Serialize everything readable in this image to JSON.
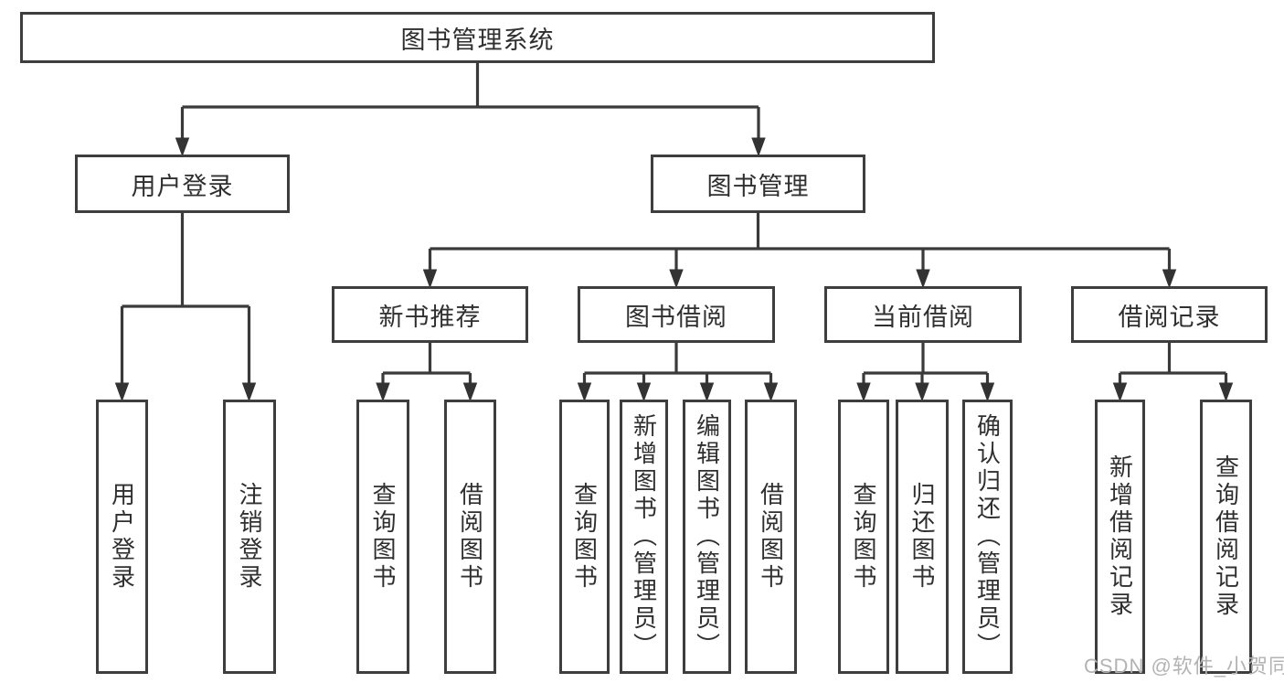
{
  "diagram": {
    "watermark": "CSDN @软件_小贺同学",
    "colors": {
      "background": "#ffffff",
      "line": "#3a3a3a",
      "box_border": "#3e3e3e",
      "text": "#2f2f2f",
      "watermark_text": "#b3b3b3"
    },
    "tree": {
      "label": "图书管理系统",
      "children": [
        {
          "label": "用户登录",
          "children": [
            {
              "label": "用户登录"
            },
            {
              "label": "注销登录"
            }
          ]
        },
        {
          "label": "图书管理",
          "children": [
            {
              "label": "新书推荐",
              "children": [
                {
                  "label": "查询图书"
                },
                {
                  "label": "借阅图书"
                }
              ]
            },
            {
              "label": "图书借阅",
              "children": [
                {
                  "label": "查询图书"
                },
                {
                  "label": "新增图书（管理员）"
                },
                {
                  "label": "编辑图书（管理员）"
                },
                {
                  "label": "借阅图书"
                }
              ]
            },
            {
              "label": "当前借阅",
              "children": [
                {
                  "label": "查询图书"
                },
                {
                  "label": "归还图书"
                },
                {
                  "label": "确认归还（管理员）"
                }
              ]
            },
            {
              "label": "借阅记录",
              "children": [
                {
                  "label": "新增借阅记录"
                },
                {
                  "label": "查询借阅记录"
                }
              ]
            }
          ]
        }
      ]
    }
  }
}
